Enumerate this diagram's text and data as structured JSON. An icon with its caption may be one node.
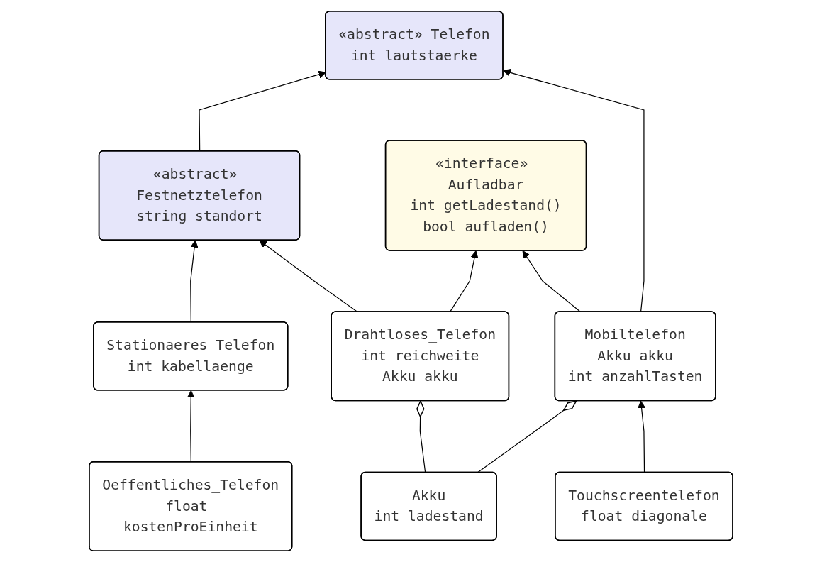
{
  "diagram": {
    "nodes": [
      {
        "text": [
          "«abstract» Telefon",
          "int lautstaerke"
        ]
      },
      {
        "text": [
          "«abstract» Festnetztelefon",
          "string standort"
        ]
      },
      {
        "text": [
          "Akku",
          "int ladestand"
        ]
      },
      {
        "text": [
          "Mobiltelefon",
          "Akku akku",
          "int anzahlTasten"
        ]
      },
      {
        "text": [
          "Stationaeres_Telefon",
          "int kabellaenge"
        ]
      },
      {
        "text": [
          "Drahtloses_Telefon",
          "int reichweite",
          "Akku akku"
        ]
      },
      {
        "text": [
          "Touchscreentelefon",
          "float diagonale"
        ]
      },
      {
        "text": [
          "Oeffentliches_Telefon",
          "float kostenProEinheit"
        ]
      },
      {
        "text": [
          "«interface» Aufladbar",
          "int getLadestand()",
          "bool aufladen()"
        ]
      }
    ],
    "edges": [
      {
        "from": 1,
        "to": 0,
        "arrow": "to"
      },
      {
        "from": 3,
        "to": 0,
        "arrow": "to"
      },
      {
        "from": 2,
        "to": 3,
        "arrow": "other"
      },
      {
        "from": 2,
        "to": 5,
        "arrow": "other"
      },
      {
        "from": 4,
        "to": 1,
        "arrow": "to"
      },
      {
        "from": 5,
        "to": 1,
        "arrow": "to"
      },
      {
        "from": 6,
        "to": 3,
        "arrow": "to"
      },
      {
        "from": 7,
        "to": 4,
        "arrow": "to"
      },
      {
        "from": 5,
        "to": 8,
        "arrow": "to"
      },
      {
        "from": 3,
        "to": 8,
        "arrow": "to"
      }
    ]
  }
}
